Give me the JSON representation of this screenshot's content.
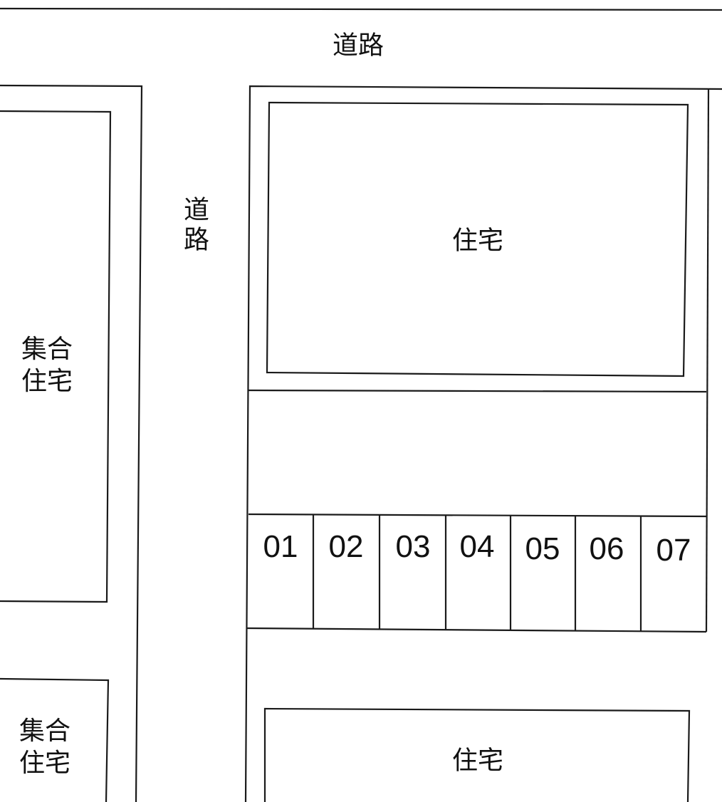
{
  "road_top": "道路",
  "road_side": "道路",
  "house_top": "住宅",
  "house_bottom": "住宅",
  "apartment_upper": "集合住宅",
  "apartment_lower": "集合住宅",
  "parking_spaces": [
    "01",
    "02",
    "03",
    "04",
    "05",
    "06",
    "07"
  ]
}
